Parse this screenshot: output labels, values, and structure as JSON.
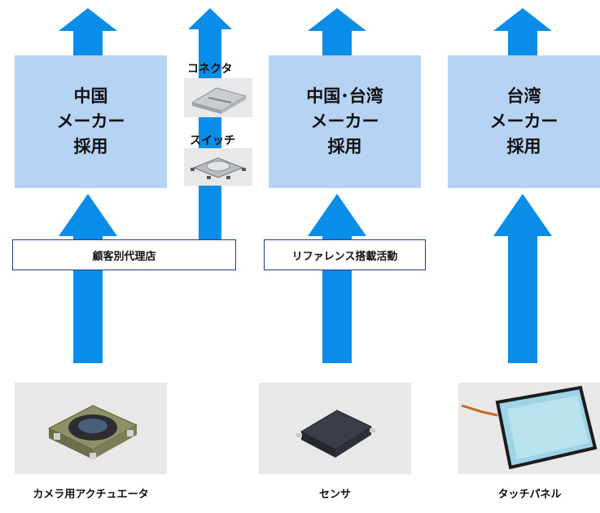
{
  "boxes": {
    "china": [
      "中国",
      "メーカー",
      "採用"
    ],
    "china_taiwan": [
      "中国･台湾",
      "メーカー",
      "採用"
    ],
    "taiwan": [
      "台湾",
      "メーカー",
      "採用"
    ]
  },
  "channels": {
    "dealer": "顧客別代理店",
    "reference": "リファレンス搭載活動"
  },
  "small_parts": {
    "connector": "コネクタ",
    "switch": "スイッチ"
  },
  "products": {
    "camera_actuator": "カメラ用アクチュエータ",
    "sensor": "センサ",
    "touch_panel": "タッチパネル"
  },
  "colors": {
    "arrow": "#0a8de8",
    "box": "#b7d3f3",
    "label_border": "#203a8a"
  }
}
